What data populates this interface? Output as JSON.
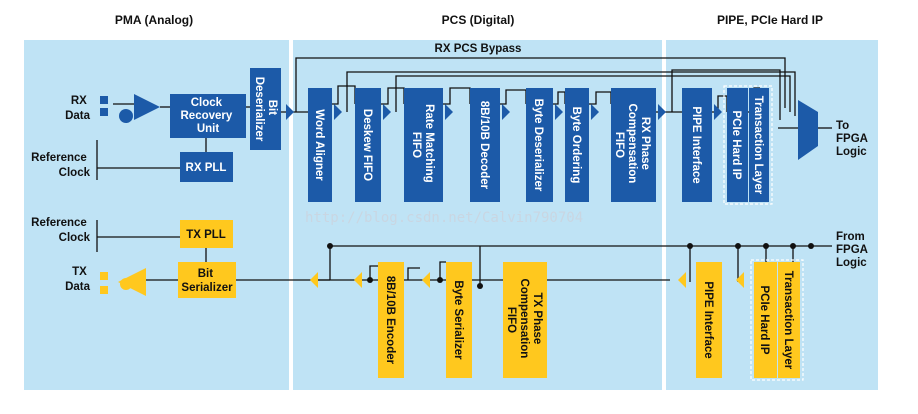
{
  "sections": {
    "pma": "PMA (Analog)",
    "pcs": "PCS (Digital)",
    "pipe": "PIPE, PCIe Hard IP"
  },
  "rx_bypass_label": "RX PCS Bypass",
  "io_labels": {
    "rx_data": [
      "RX",
      "Data"
    ],
    "ref_clock_rx": [
      "Reference",
      "Clock"
    ],
    "ref_clock_tx": [
      "Reference",
      "Clock"
    ],
    "tx_data": [
      "TX",
      "Data"
    ],
    "to_fpga": [
      "To",
      "FPGA",
      "Logic"
    ],
    "from_fpga": [
      "From",
      "FPGA",
      "Logic"
    ]
  },
  "blocks": {
    "clock_recovery_unit": [
      "Clock",
      "Recovery",
      "Unit"
    ],
    "rx_pll": "RX PLL",
    "bit_deserializer": [
      "Bit",
      "Deserializer"
    ],
    "word_aligner": "Word Aligner",
    "deskew_fifo": "Deskew FIFO",
    "rate_matching_fifo": [
      "Rate Matching",
      "FIFO"
    ],
    "decoder_8b10b": "8B/10B Decoder",
    "byte_deserializer": "Byte Deserializer",
    "byte_ordering": "Byte Ordering",
    "rx_phase_comp_fifo": [
      "RX Phase",
      "Compensation",
      "FIFO"
    ],
    "rx_pipe_interface": "PIPE Interface",
    "rx_pcie_hard_ip": "PCIe Hard IP",
    "rx_transaction_layer": "Transaction Layer",
    "tx_pll": "TX PLL",
    "bit_serializer": [
      "Bit",
      "Serializer"
    ],
    "encoder_8b10b": "8B/10B Encoder",
    "byte_serializer": "Byte Serializer",
    "tx_phase_comp_fifo": [
      "TX Phase",
      "Compensation",
      "FIFO"
    ],
    "tx_pipe_interface": "PIPE Interface",
    "tx_pcie_hard_ip": "PCIe Hard IP",
    "tx_transaction_layer": "Transaction Layer"
  },
  "watermark": "http://blog.csdn.net/Calvin790704",
  "colors": {
    "panel": "#bfe3f5",
    "rx_block": "#1c5aa8",
    "tx_block": "#ffc81e",
    "line": "#111111"
  }
}
